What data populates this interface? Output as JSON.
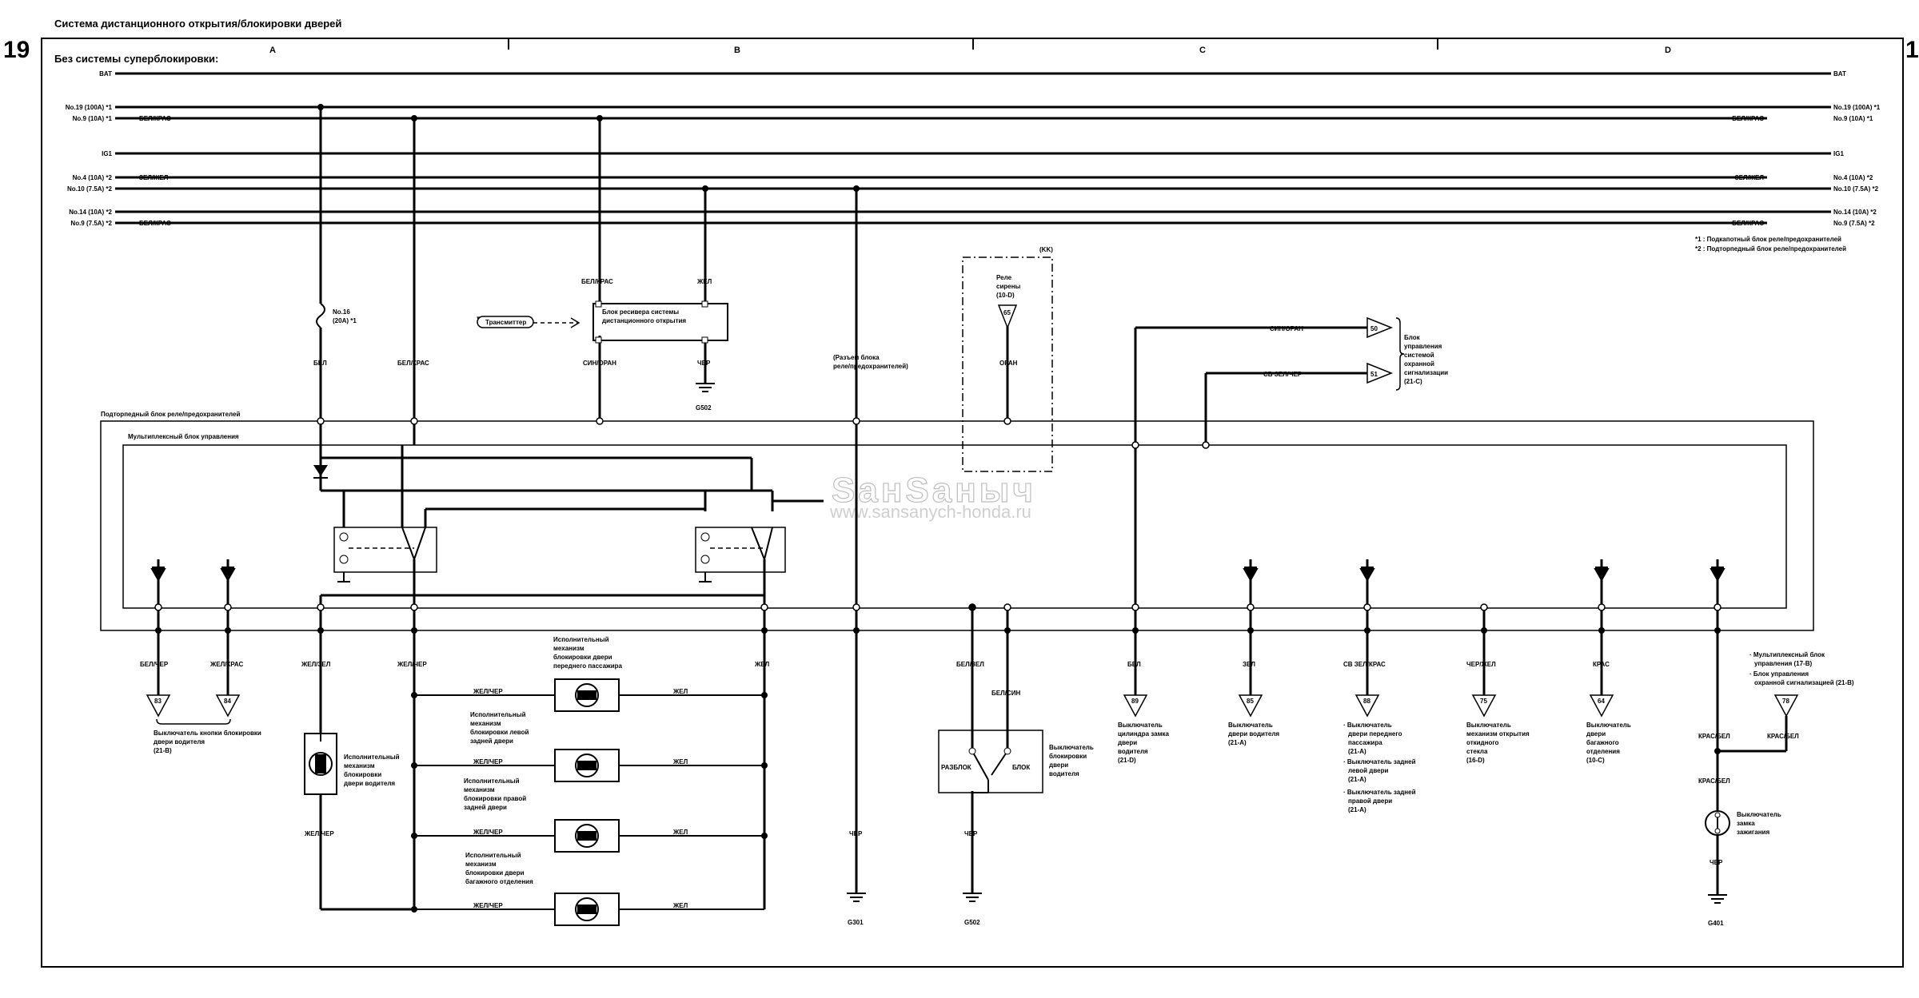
{
  "title": "Система дистанционного открытия/блокировки дверей",
  "page_number_left": "19",
  "page_number_right": "1",
  "subtitle": "Без системы суперблокировки:",
  "zones": [
    "A",
    "B",
    "C",
    "D"
  ],
  "notes": {
    "n1": "*1 : Подкапотный блок реле/предохранителей",
    "n2": "*2 : Подторпедный блок реле/предохранителей"
  },
  "watermark": {
    "brand": "SанSаныч",
    "url": "www.sansanych-honda.ru"
  },
  "rails": [
    {
      "left": "BAT",
      "right": "BAT"
    },
    {
      "left": "No.19 (100A) *1",
      "right": "No.19 (100A) *1"
    },
    {
      "left": "No.9 (10A) *1",
      "left_wire": "БЕЛ/КРАС",
      "right": "No.9 (10A) *1",
      "right_wire": "БЕЛ/КРАС"
    },
    {
      "left": "IG1",
      "right": "IG1"
    },
    {
      "left": "No.4 (10A) *2",
      "left_wire": "ЗЕЛ/ЖЕЛ",
      "right": "No.4 (10A) *2",
      "right_wire": "ЗЕЛ/ЖЕЛ"
    },
    {
      "left": "No.10 (7.5A) *2",
      "right": "No.10 (7.5A) *2"
    },
    {
      "left": "No.14 (10A) *2",
      "right": "No.14 (10A) *2"
    },
    {
      "left": "No.9 (7.5A) *2",
      "left_wire": "БЕЛ/КРАС",
      "right": "No.9 (7.5A) *2",
      "right_wire": "БЕЛ/КРАС"
    }
  ],
  "fuse16": {
    "line1": "No.16",
    "line2": "(20A) *1"
  },
  "receiver": {
    "name_line1": "Блок ресивера системы",
    "name_line2": "дистанционного открытия",
    "transmitter": "Трансмиттер",
    "wire_in_left": "БЕЛ/КРАС",
    "wire_in_right": "ЖЕЛ",
    "wire_out_left": "СИН/ОРАН",
    "wire_out_right": "ЧЕР",
    "ground": "G502"
  },
  "fuse_box_connector": {
    "line1": "(Разъем блока",
    "line2": "реле/предохранителей)"
  },
  "siren": {
    "kk": "(KK)",
    "line1": "Реле",
    "line2": "сирены",
    "line3": "(10-D)",
    "pin": "65",
    "wire": "ОРАН"
  },
  "alarm": {
    "wire1": "СИН/ОРАН",
    "pin1": "50",
    "wire2": "СВ ЗЕЛ/ЧЕР",
    "pin2": "51",
    "lines": [
      "Блок",
      "управления",
      "системой",
      "охранной",
      "сигнализации",
      "(21-C)"
    ]
  },
  "upper_wires": {
    "bel": "БЕЛ",
    "belkras": "БЕЛ/КРАС"
  },
  "under_dash_box": "Подторпедный блок реле/предохранителей",
  "mpu": "Мультиплексный блок управления",
  "bottom": {
    "w83": "БЕЛ/ЧЕР",
    "p83": "83",
    "w84": "ЖЕЛ/КРАС",
    "p84": "84",
    "switch_text": [
      "Выключатель кнопки блокировки",
      "двери водителя",
      "(21-B)"
    ],
    "w_zelzel": "ЖЕЛ/ЗЕЛ",
    "w_zelcher": "ЖЕЛ/ЧЕР",
    "w_zhel": "ЖЕЛ",
    "driver_act": [
      "Исполнительный",
      "механизм",
      "блокировки",
      "двери водителя"
    ],
    "w_zelcher2": "ЖЕЛ/ЧЕР",
    "act_front": [
      "Исполнительный",
      "механизм",
      "блокировки двери",
      "переднего пассажира"
    ],
    "act_rl": [
      "Исполнительный",
      "механизм",
      "блокировки левой",
      "задней двери"
    ],
    "act_rr": [
      "Исполнительный",
      "механизм",
      "блокировки правой",
      "задней двери"
    ],
    "act_trunk": [
      "Исполнительный",
      "механизм",
      "блокировки двери",
      "багажного отделения"
    ],
    "act_wire_left": "ЖЕЛ/ЧЕР",
    "act_wire_right": "ЖЕЛ",
    "w_cher": "ЧЕР",
    "g301": "G301",
    "w_belzel": "БЕЛ/ЗЕЛ",
    "w_belsin": "БЕЛ/СИН",
    "lockswitch": {
      "unlock": "РАЗБЛОК",
      "lock": "БЛОК",
      "text": [
        "Выключатель",
        "блокировки",
        "двери",
        "водителя"
      ],
      "wire": "ЧЕР",
      "ground": "G502"
    },
    "p89": {
      "wire": "БЕЛ",
      "pin": "89",
      "text": [
        "Выключатель",
        "цилиндра замка",
        "двери",
        "водителя",
        "(21-D)"
      ]
    },
    "p85": {
      "wire": "ЗЕЛ",
      "pin": "85",
      "text": [
        "Выключатель",
        "двери водителя",
        "(21-A)"
      ]
    },
    "p88": {
      "wire": "СВ ЗЕЛ/КРАС",
      "pin": "88",
      "text": [
        "· Выключатель",
        "двери переднего",
        "пассажира",
        "(21-A)",
        "· Выключатель задней",
        "левой двери",
        "(21-A)",
        "· Выключатель задней",
        "правой двери",
        "(21-A)"
      ]
    },
    "p75": {
      "wire": "ЧЕР/ЖЕЛ",
      "pin": "75",
      "text": [
        "Выключатель",
        "механизм открытия",
        "откидного",
        "стекла",
        "(16-D)"
      ]
    },
    "p64": {
      "wire": "КРАС",
      "pin": "64",
      "text": [
        "Выключатель",
        "двери",
        "багажного",
        "отделения",
        "(10-C)"
      ]
    },
    "ignition": {
      "notes": [
        "· Мультиплексный блок",
        "управления (17-B)",
        "· Блок управления",
        "охранной сигнализацией (21-B)"
      ],
      "w1": "КРАС/БЕЛ",
      "w2": "КРАС/БЕЛ",
      "w3": "КРАС/БЕЛ",
      "pin": "78",
      "text": [
        "Выключатель",
        "замка",
        "зажигания"
      ],
      "wire_gnd": "ЧЕР",
      "ground": "G401"
    }
  }
}
